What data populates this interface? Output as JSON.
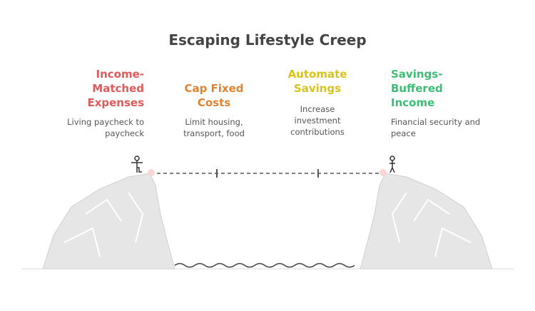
{
  "title": "Escaping Lifestyle Creep",
  "stages": [
    {
      "heading": "Income-Matched Expenses",
      "description": "Living paycheck to paycheck",
      "color": "#e05a5a"
    },
    {
      "heading": "Cap Fixed Costs",
      "description": "Limit housing, transport, food",
      "color": "#e0822e"
    },
    {
      "heading": "Automate Savings",
      "description": "Increase investment contributions",
      "color": "#d9c21a"
    },
    {
      "heading": "Savings-Buffered Income",
      "description": "Financial security and peace",
      "color": "#3bbf72"
    }
  ]
}
